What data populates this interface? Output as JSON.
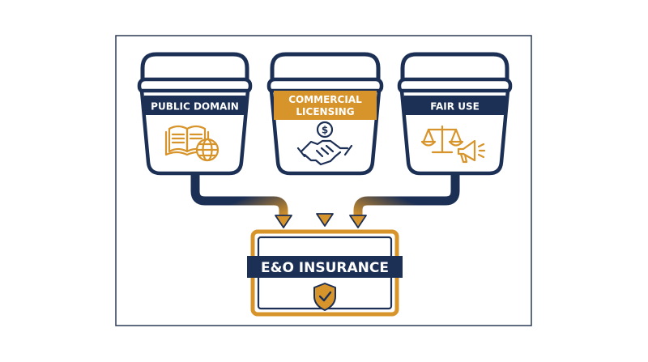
{
  "buckets": [
    {
      "label": "PUBLIC DOMAIN",
      "icon": "book-globe-icon",
      "style": "navy"
    },
    {
      "label_lines": [
        "COMMERCIAL",
        "LICENSING"
      ],
      "icon": "dollar-handshake-icon",
      "style": "gold"
    },
    {
      "label": "FAIR USE",
      "icon": "scales-megaphone-icon",
      "style": "navy"
    }
  ],
  "target": {
    "label": "E&O INSURANCE",
    "icon": "shield-check-icon"
  },
  "colors": {
    "navy": "#1c2f55",
    "gold": "#d7942a",
    "frame": "#2b3a55",
    "background": "#ffffff"
  }
}
